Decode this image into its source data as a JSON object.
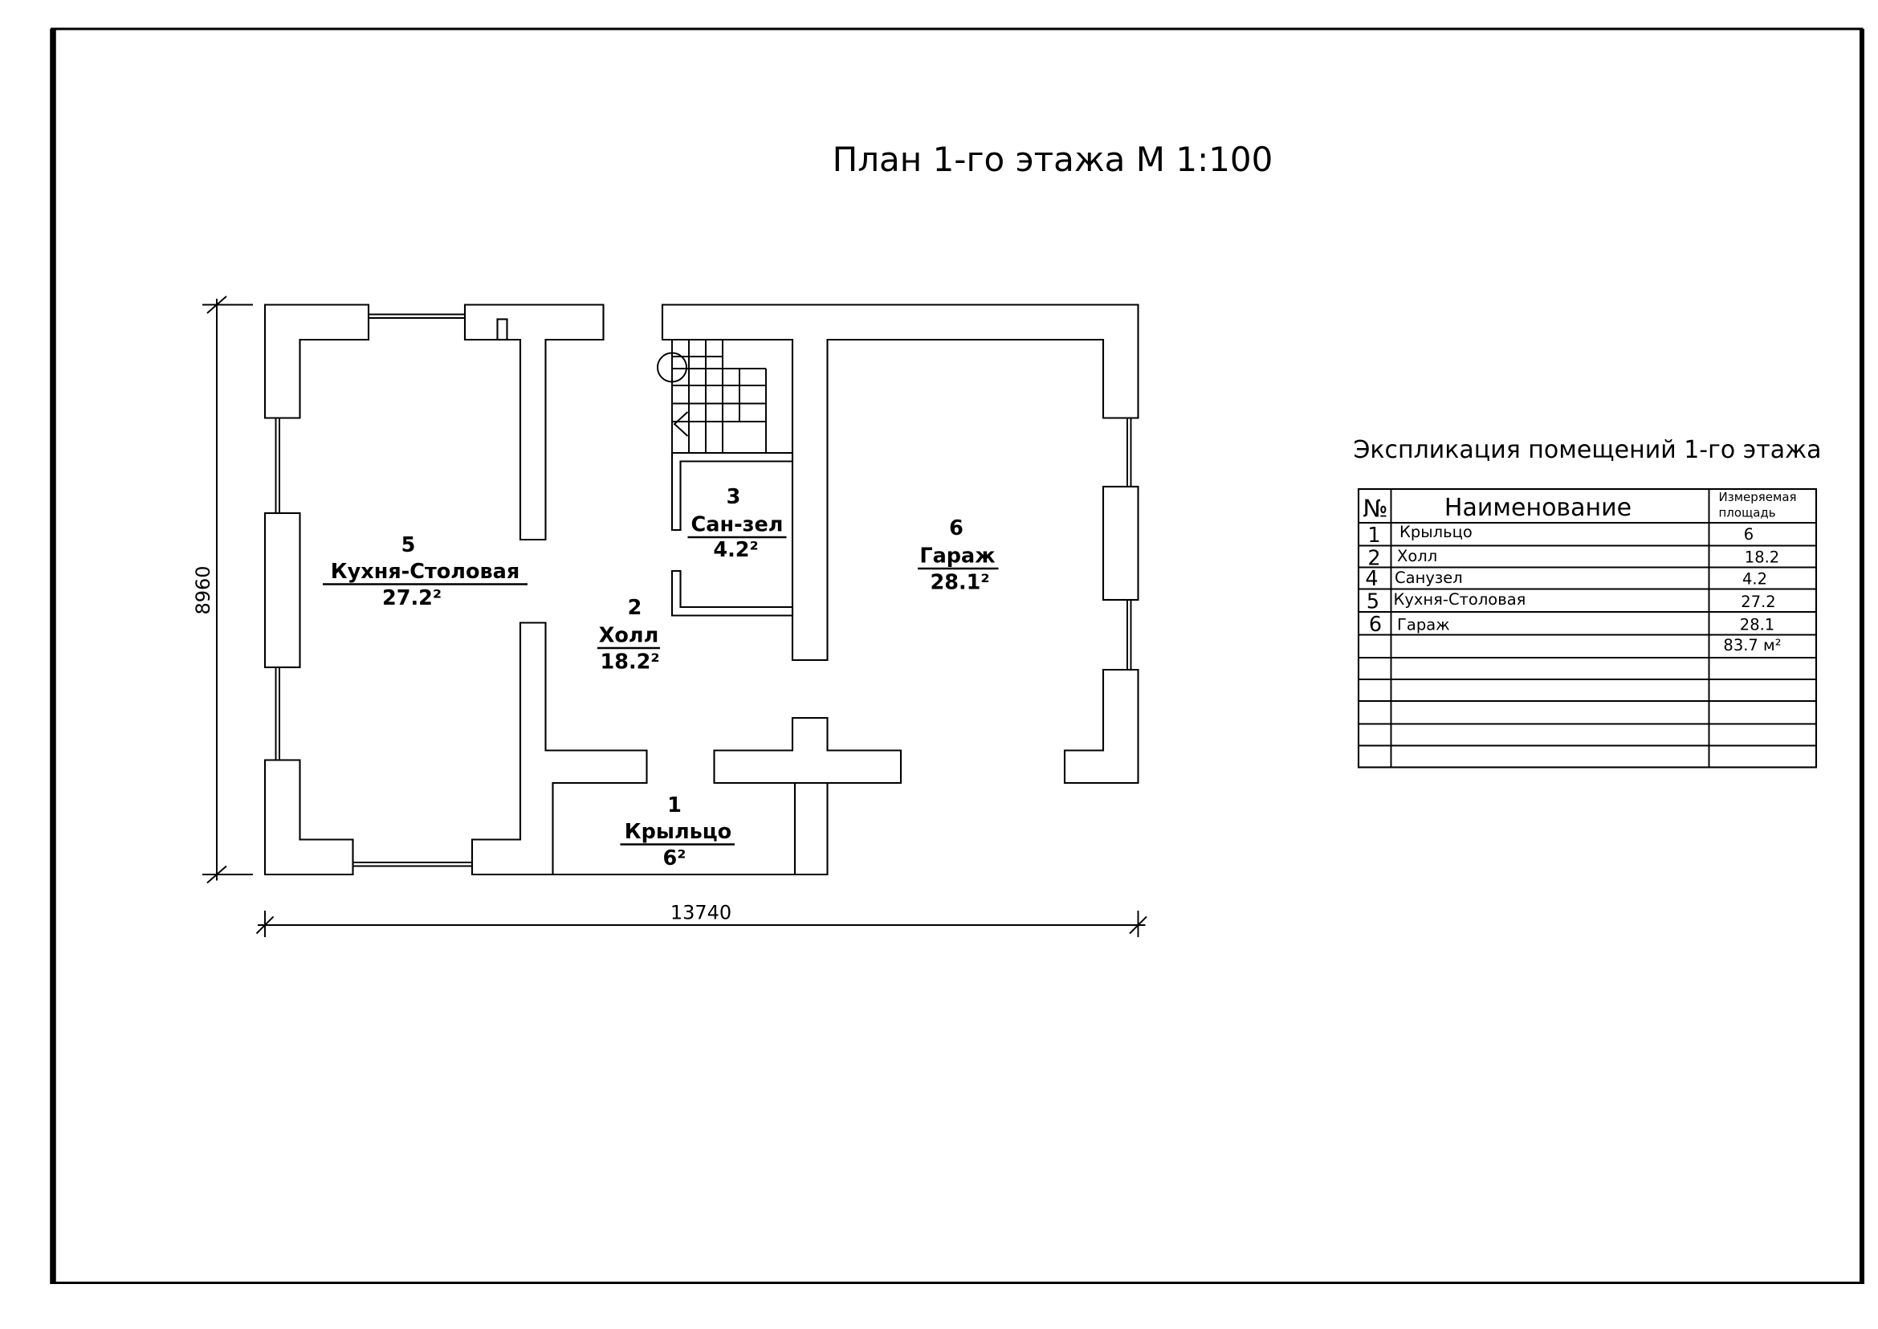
{
  "drawing": {
    "title": "План 1-го этажа М 1:100",
    "dim_width": "13740",
    "dim_height": "8960"
  },
  "rooms": [
    {
      "num": "5",
      "name": "Кухня-Столовая",
      "area": "27.2²"
    },
    {
      "num": "2",
      "name": "Холл",
      "area": "18.2²"
    },
    {
      "num": "3",
      "name": "Сан-зел",
      "area": "4.2²"
    },
    {
      "num": "6",
      "name": "Гараж",
      "area": "28.1²"
    },
    {
      "num": "1",
      "name": "Крыльцо",
      "area": "6²"
    }
  ],
  "explication": {
    "title": "Экспликация помещений 1-го этажа",
    "headers": {
      "num": "№",
      "name": "Наименование",
      "area_line1": "Измеряемая",
      "area_line2": "площадь"
    },
    "rows": [
      {
        "num": "1",
        "name": "Крыльцо",
        "area": "6"
      },
      {
        "num": "2",
        "name": "Холл",
        "area": "18.2"
      },
      {
        "num": "4",
        "name": "Санузел",
        "area": "4.2"
      },
      {
        "num": "5",
        "name": "Кухня-Столовая",
        "area": "27.2"
      },
      {
        "num": "6",
        "name": "Гараж",
        "area": "28.1"
      }
    ],
    "total": "83.7 м²"
  }
}
